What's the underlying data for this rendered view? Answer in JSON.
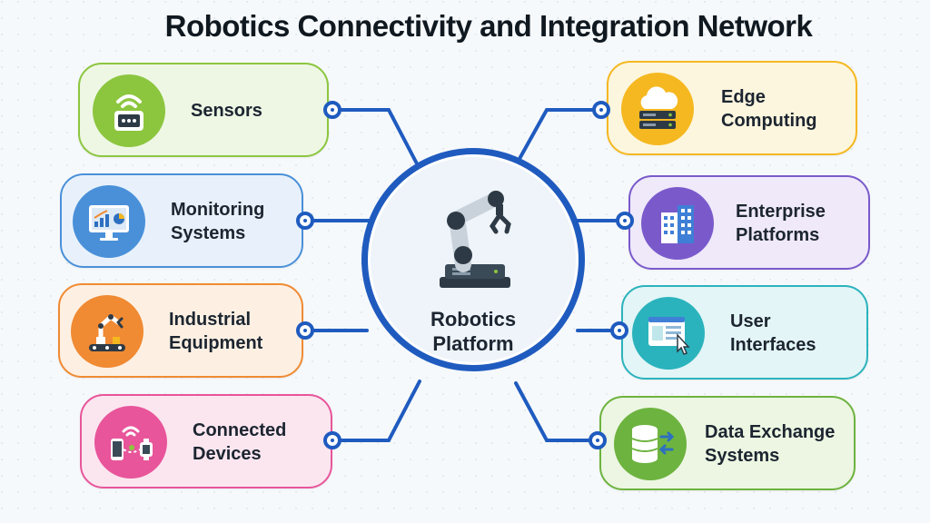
{
  "title": "Robotics Connectivity and Integration Network",
  "hub": {
    "label": "Robotics\nPlatform",
    "icon": "robotic-arm-icon"
  },
  "colors": {
    "connector": "#1f5bbf",
    "green": "#8cc63f",
    "blue": "#4a90d9",
    "orange": "#f08a33",
    "pink": "#e8559a",
    "yellow": "#f5b820",
    "purple": "#7a5acb",
    "teal": "#2bb3bd",
    "lime": "#6db33f"
  },
  "left_nodes": [
    {
      "id": "sensors",
      "label": "Sensors",
      "icon": "wireless-sensor-icon"
    },
    {
      "id": "monitoring",
      "label": "Monitoring\nSystems",
      "icon": "monitor-chart-icon"
    },
    {
      "id": "industrial",
      "label": "Industrial\nEquipment",
      "icon": "industrial-robot-icon"
    },
    {
      "id": "connected",
      "label": "Connected\nDevices",
      "icon": "connected-devices-icon"
    }
  ],
  "right_nodes": [
    {
      "id": "edge",
      "label": "Edge\nComputing",
      "icon": "cloud-server-icon"
    },
    {
      "id": "enterprise",
      "label": "Enterprise\nPlatforms",
      "icon": "office-building-icon"
    },
    {
      "id": "ui",
      "label": "User\nInterfaces",
      "icon": "browser-cursor-icon"
    },
    {
      "id": "data",
      "label": "Data Exchange\nSystems",
      "icon": "database-exchange-icon"
    }
  ]
}
